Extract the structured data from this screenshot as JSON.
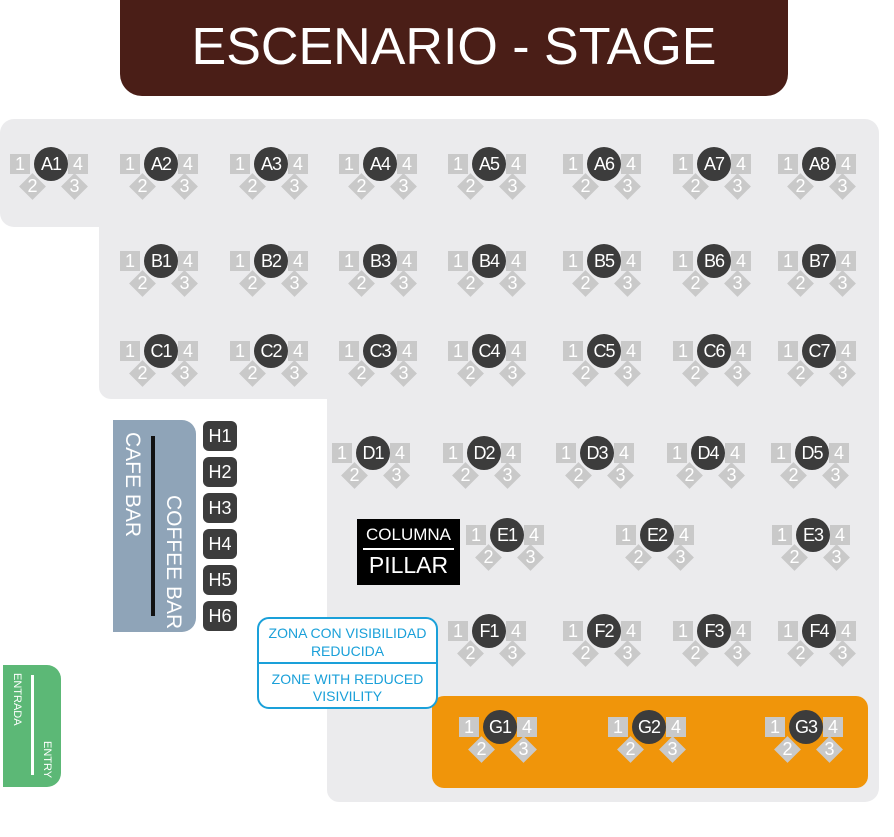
{
  "stage": {
    "title": "ESCENARIO - STAGE"
  },
  "colors": {
    "stage": "#4a1e17",
    "floor": "#ebebed",
    "table": "#3c3c3c",
    "seat": "#c9c9c9",
    "highlight_zone": "#f0950a",
    "bar": "#8fa4b8",
    "zone_text": "#1aa0d9",
    "entry": "#5cb876"
  },
  "seat_labels": [
    "1",
    "2",
    "3",
    "4"
  ],
  "tables": {
    "A": [
      "A1",
      "A2",
      "A3",
      "A4",
      "A5",
      "A6",
      "A7",
      "A8"
    ],
    "B": [
      "B1",
      "B2",
      "B3",
      "B4",
      "B5",
      "B6",
      "B7"
    ],
    "C": [
      "C1",
      "C2",
      "C3",
      "C4",
      "C5",
      "C6",
      "C7"
    ],
    "D": [
      "D1",
      "D2",
      "D3",
      "D4",
      "D5"
    ],
    "E": [
      "E1",
      "E2",
      "E3"
    ],
    "F": [
      "F1",
      "F2",
      "F3",
      "F4"
    ],
    "G": [
      "G1",
      "G2",
      "G3"
    ]
  },
  "bar": {
    "label_left": "CAFE BAR",
    "label_right": "COFFEE BAR"
  },
  "bar_tables": [
    "H1",
    "H2",
    "H3",
    "H4",
    "H5",
    "H6"
  ],
  "pillar": {
    "label_es": "COLUMNA",
    "label_en": "PILLAR"
  },
  "reduced_visibility": {
    "label_es": "ZONA CON VISIBILIDAD REDUCIDA",
    "label_en": "ZONE WITH REDUCED VISIVILITY"
  },
  "entry": {
    "label_es": "ENTRADA",
    "label_en": "ENTRY"
  }
}
